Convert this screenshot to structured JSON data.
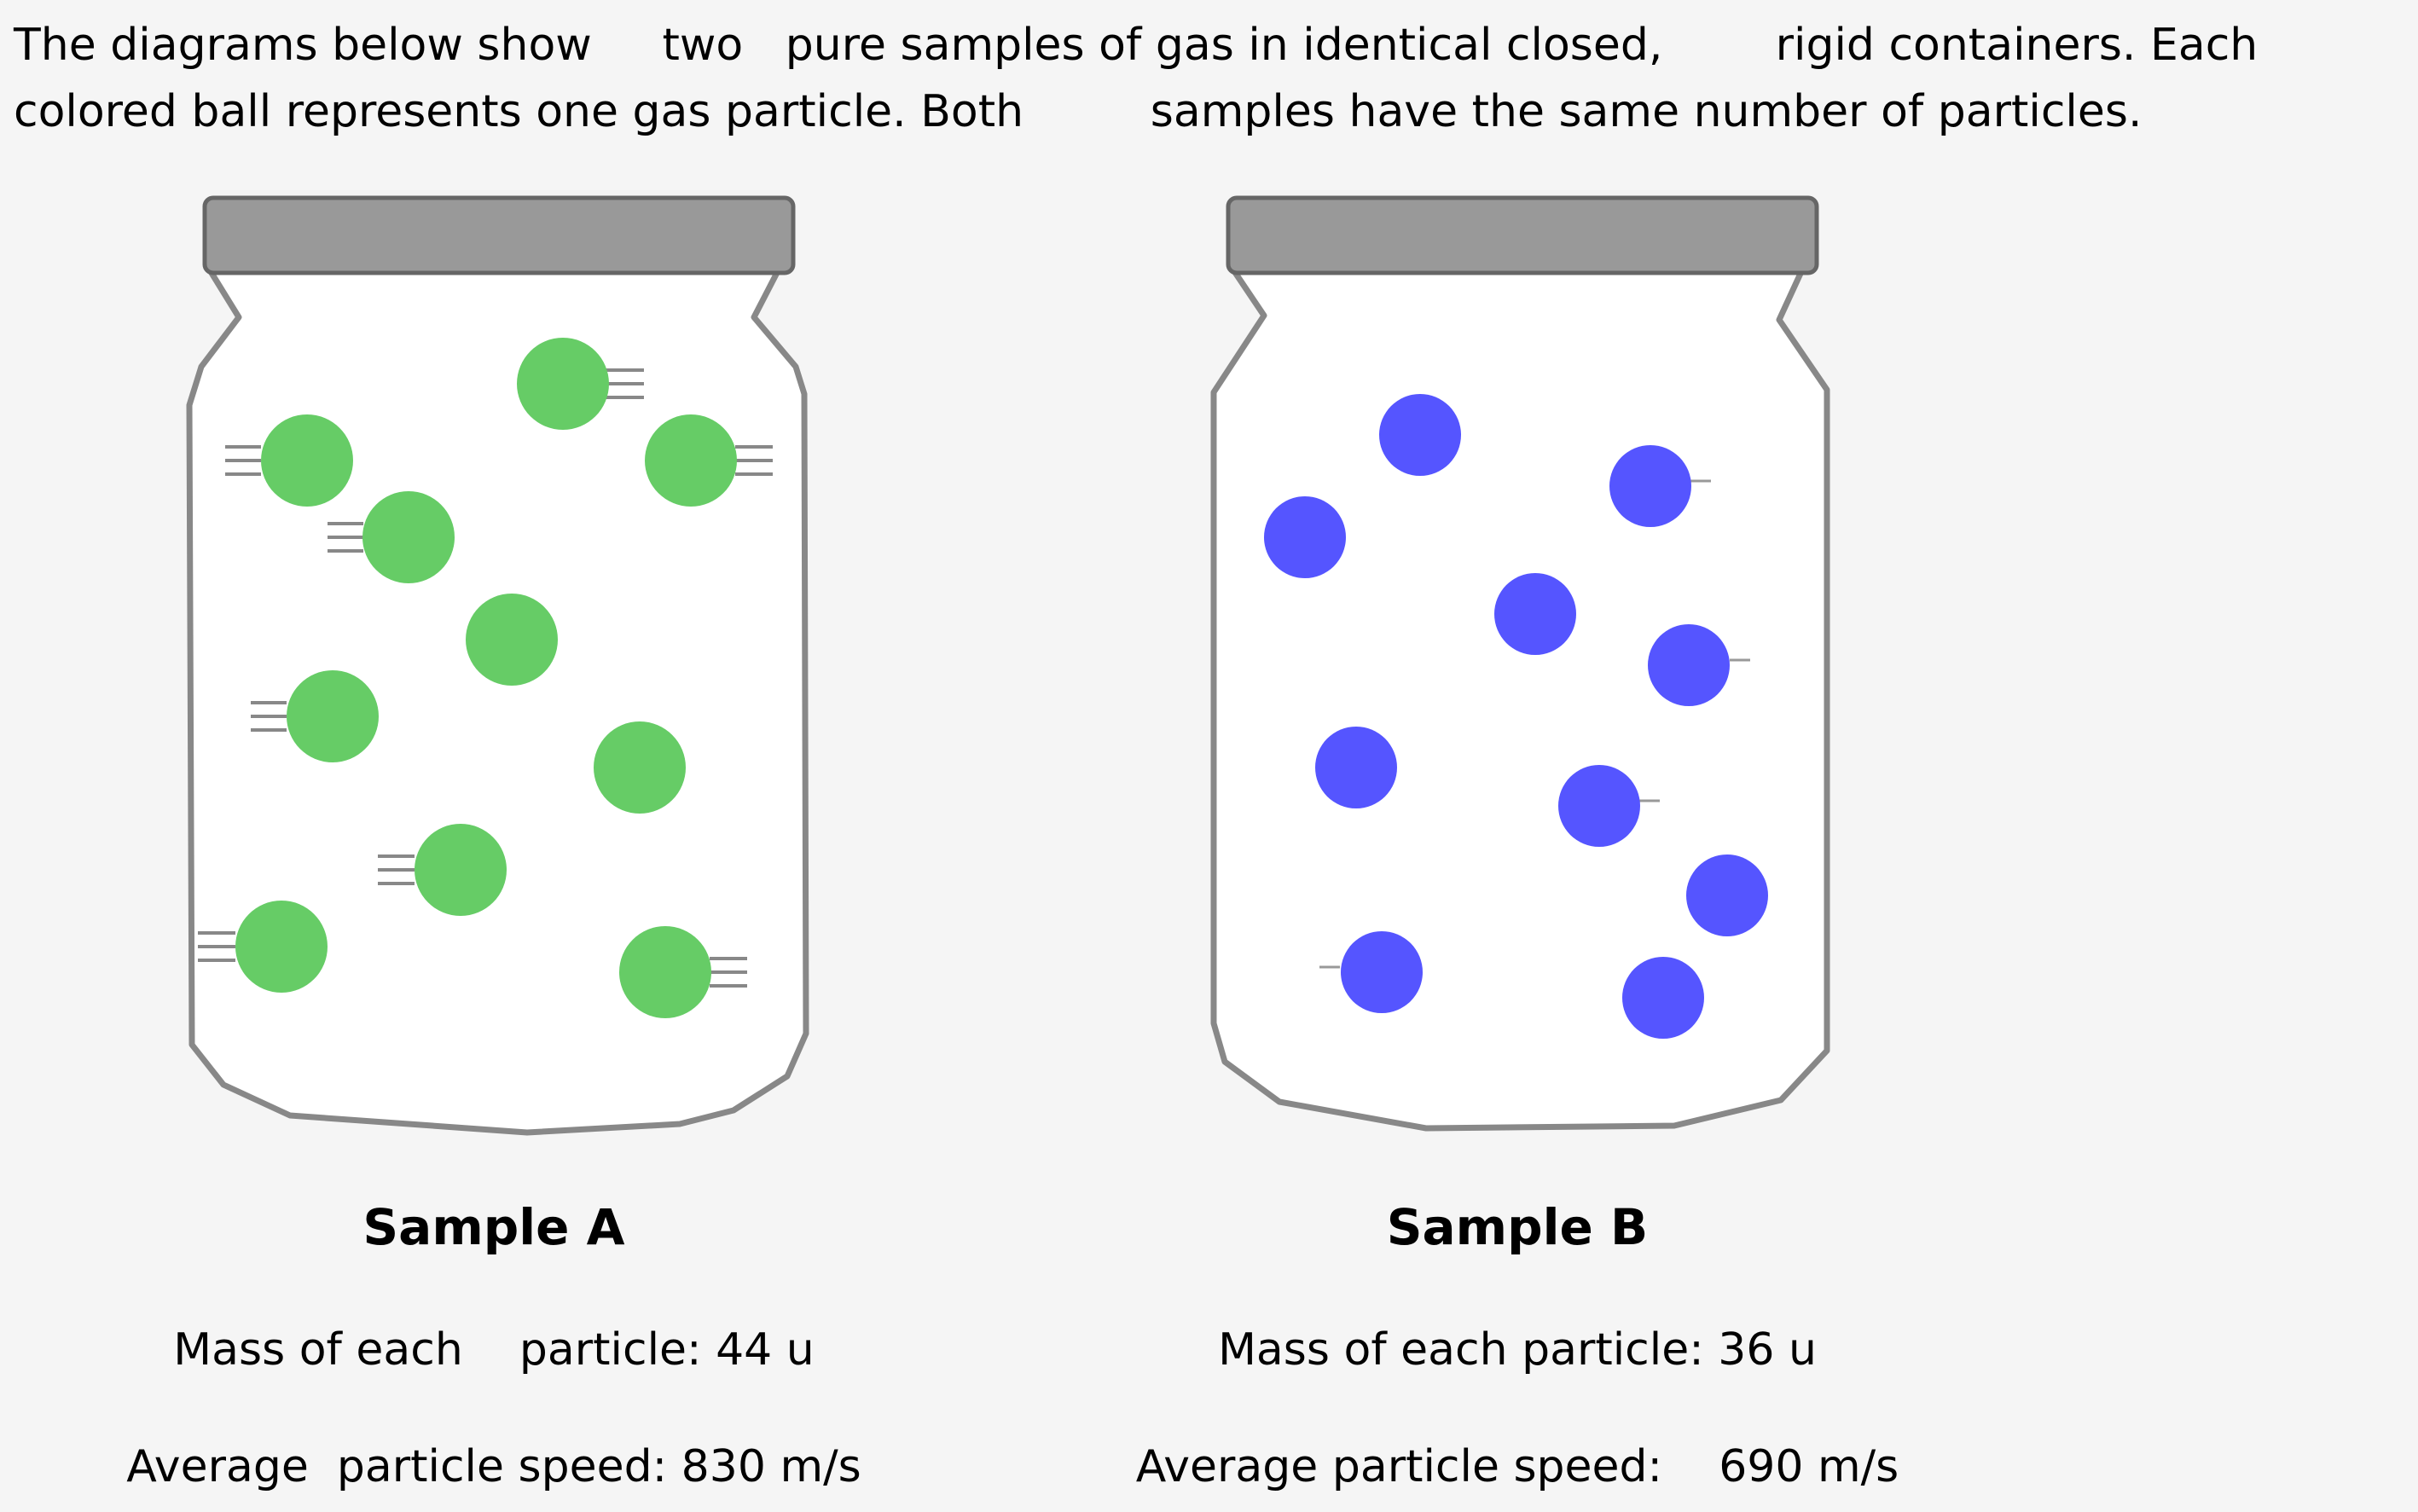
{
  "intro": {
    "line1": "The diagrams below show     two   pure samples of gas in identical closed,        rigid containers. Each",
    "line2": "colored ball represents one gas particle. Both         samples have the same number of particles."
  },
  "samples": [
    {
      "label": "Sample A",
      "mass": "Mass of each    particle: 44 u",
      "speed": "Average  particle speed: 830 m/s",
      "particle_color": "#66cc66"
    },
    {
      "label": "Sample B",
      "mass": "Mass of each particle: 36 u",
      "speed": "Average particle speed:    690 m/s",
      "particle_color": "#5555ff"
    }
  ],
  "colors": {
    "background": "#f5f5f5",
    "jar_outline": "#888888",
    "lid_fill": "#999999",
    "lid_outline": "#666666",
    "motion_lines": "#888888"
  }
}
